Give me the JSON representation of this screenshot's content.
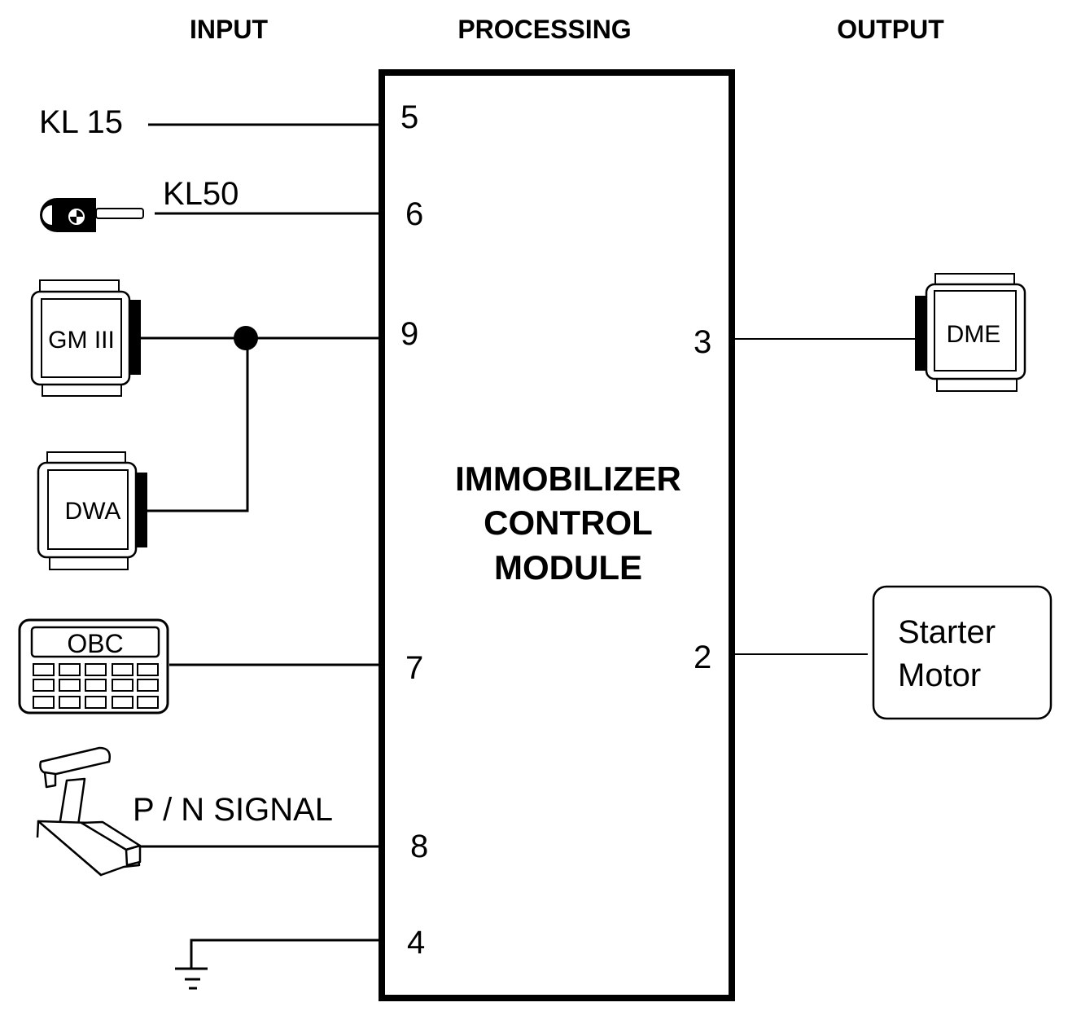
{
  "headers": {
    "input": "INPUT",
    "processing": "PROCESSING",
    "output": "OUTPUT"
  },
  "module": {
    "line1": "IMMOBILIZER",
    "line2": "CONTROL",
    "line3": "MODULE"
  },
  "inputs": {
    "kl15": {
      "label": "KL 15",
      "pin": "5"
    },
    "kl50": {
      "label": "KL50",
      "pin": "6",
      "icon": "key-icon"
    },
    "gm": {
      "label": "GM III",
      "pin": "9"
    },
    "dwa": {
      "label": "DWA"
    },
    "obc": {
      "label": "OBC",
      "pin": "7"
    },
    "pn": {
      "label": "P / N SIGNAL",
      "pin": "8",
      "icon": "gear-selector-icon"
    },
    "ground": {
      "pin": "4",
      "icon": "ground-icon"
    }
  },
  "outputs": {
    "dme": {
      "label": "DME",
      "pin": "3"
    },
    "starter": {
      "line1": "Starter",
      "line2": "Motor",
      "pin": "2"
    }
  }
}
